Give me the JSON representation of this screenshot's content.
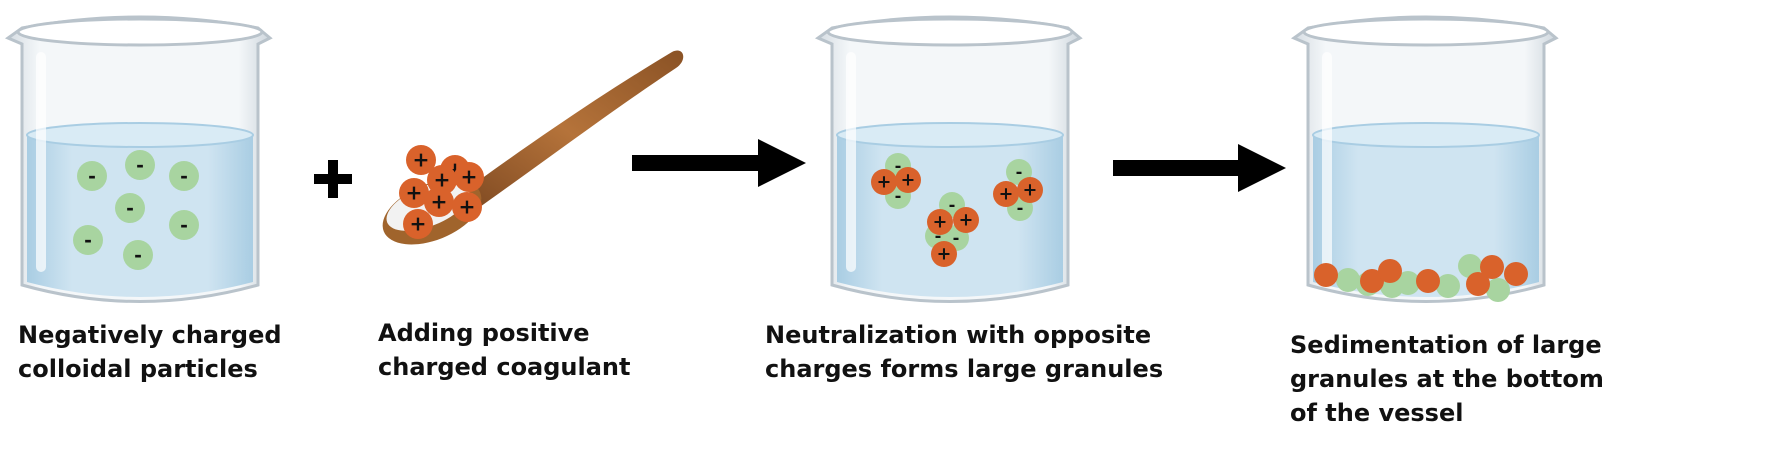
{
  "steps": [
    {
      "caption": [
        "Negatively charged",
        "colloidal particles"
      ]
    },
    {
      "caption": [
        "Adding positive",
        "charged coagulant"
      ]
    },
    {
      "caption": [
        "Neutralization with opposite",
        "charges forms large granules"
      ]
    },
    {
      "caption": [
        "Sedimentation of large",
        "granules at the bottom",
        "of the vessel"
      ]
    }
  ],
  "symbols": {
    "plus": "+",
    "negative_charge": "-",
    "positive_charge": "+"
  },
  "colors": {
    "negative_particle": "#a8d4a0",
    "positive_particle": "#d9622b",
    "water": "#bcd9ec",
    "arrow": "#000000",
    "spoon": "#a0642c"
  }
}
